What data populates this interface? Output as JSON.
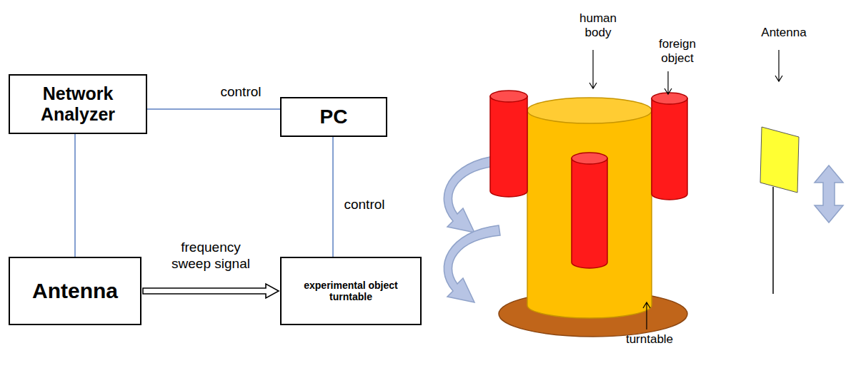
{
  "diagram": {
    "nodes": [
      {
        "text": [
          "Network Analyzer"
        ]
      },
      {
        "text": [
          "PC"
        ]
      },
      {
        "text": [
          "Antenna"
        ]
      },
      {
        "text": [
          "experimental object turntable"
        ]
      }
    ],
    "edges": [
      {
        "from": 0,
        "to": 1,
        "label": "control",
        "arrow": "none"
      },
      {
        "from": 0,
        "to": 2,
        "arrow": "none"
      },
      {
        "from": 1,
        "to": 3,
        "label": "control",
        "arrow": "none"
      },
      {
        "from": 2,
        "to": 3,
        "label": "frequency sweep signal",
        "arrow": "to"
      }
    ],
    "labels": [
      "human body",
      "foreign object",
      "Antenna",
      "turntable"
    ]
  }
}
